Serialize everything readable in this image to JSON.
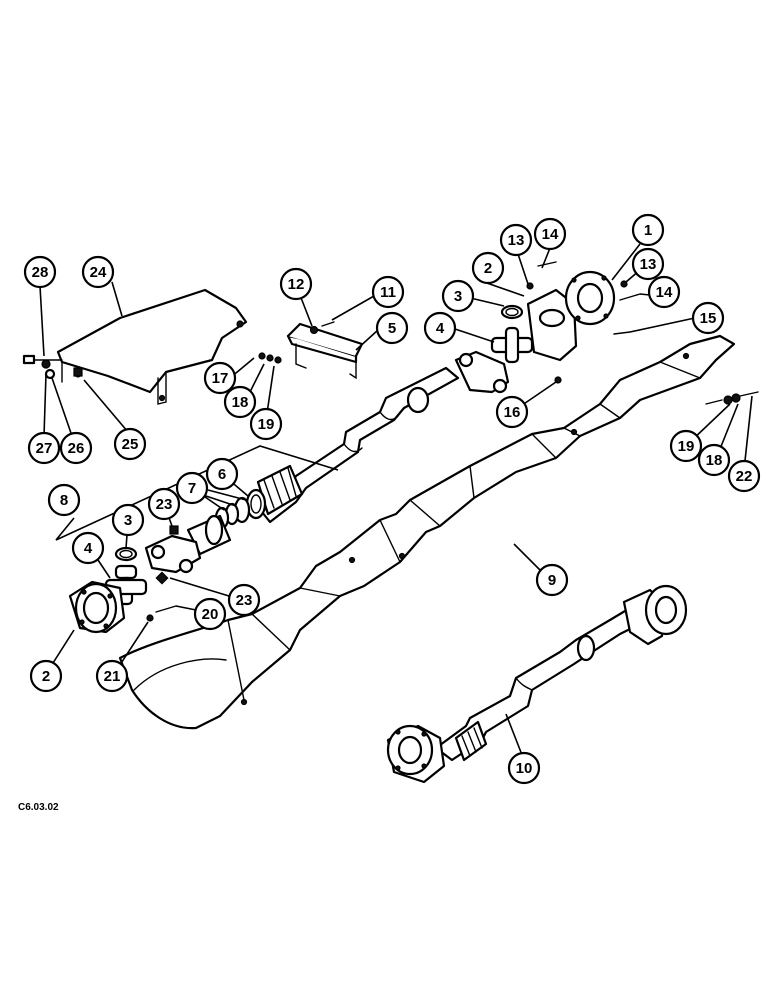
{
  "drawing_ref": "C6.03.02",
  "colors": {
    "ink": "#000000",
    "paper": "#ffffff"
  },
  "callouts": [
    {
      "key": "c1",
      "label": "1"
    },
    {
      "key": "c2a",
      "label": "2"
    },
    {
      "key": "c2b",
      "label": "2"
    },
    {
      "key": "c3a",
      "label": "3"
    },
    {
      "key": "c3b",
      "label": "3"
    },
    {
      "key": "c4a",
      "label": "4"
    },
    {
      "key": "c4b",
      "label": "4"
    },
    {
      "key": "c5",
      "label": "5"
    },
    {
      "key": "c6",
      "label": "6"
    },
    {
      "key": "c7",
      "label": "7"
    },
    {
      "key": "c8",
      "label": "8"
    },
    {
      "key": "c9",
      "label": "9"
    },
    {
      "key": "c10",
      "label": "10"
    },
    {
      "key": "c11",
      "label": "11"
    },
    {
      "key": "c12",
      "label": "12"
    },
    {
      "key": "c13a",
      "label": "13"
    },
    {
      "key": "c13b",
      "label": "13"
    },
    {
      "key": "c14a",
      "label": "14"
    },
    {
      "key": "c14b",
      "label": "14"
    },
    {
      "key": "c15",
      "label": "15"
    },
    {
      "key": "c16",
      "label": "16"
    },
    {
      "key": "c17",
      "label": "17"
    },
    {
      "key": "c18a",
      "label": "18"
    },
    {
      "key": "c18b",
      "label": "18"
    },
    {
      "key": "c19a",
      "label": "19"
    },
    {
      "key": "c19b",
      "label": "19"
    },
    {
      "key": "c20",
      "label": "20"
    },
    {
      "key": "c21",
      "label": "21"
    },
    {
      "key": "c22",
      "label": "22"
    },
    {
      "key": "c23a",
      "label": "23"
    },
    {
      "key": "c23b",
      "label": "23"
    },
    {
      "key": "c24",
      "label": "24"
    },
    {
      "key": "c25",
      "label": "25"
    },
    {
      "key": "c26",
      "label": "26"
    },
    {
      "key": "c27",
      "label": "27"
    },
    {
      "key": "c28",
      "label": "28"
    }
  ]
}
